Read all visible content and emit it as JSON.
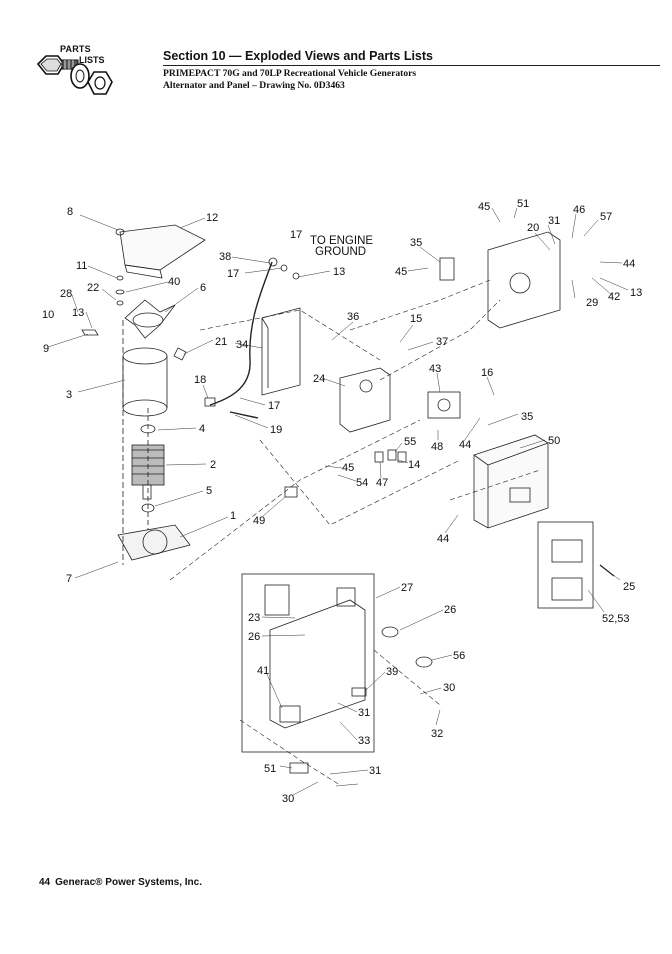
{
  "logo": {
    "word1": "PARTS",
    "word2": "LISTS",
    "icon": "bolt-nut-washer-icon"
  },
  "header": {
    "section": "Section 10 — Exploded Views and Parts Lists",
    "subtitle1": "PRIMEPACT 70G and 70LP Recreational Vehicle Generators",
    "subtitle2": "Alternator and Panel – Drawing No. 0D3463"
  },
  "drawing": {
    "ground_label_line1": "TO ENGINE",
    "ground_label_line2": "GROUND",
    "callouts": [
      "8",
      "12",
      "11",
      "40",
      "22",
      "6",
      "28",
      "13",
      "10",
      "9",
      "21",
      "34",
      "3",
      "38",
      "17",
      "17",
      "13",
      "18",
      "17",
      "19",
      "4",
      "2",
      "5",
      "1",
      "7",
      "36",
      "15",
      "37",
      "24",
      "43",
      "16",
      "35",
      "48",
      "55",
      "44",
      "14",
      "45",
      "54",
      "47",
      "49",
      "50",
      "44",
      "45",
      "51",
      "31",
      "46",
      "57",
      "20",
      "35",
      "45",
      "44",
      "13",
      "29",
      "42",
      "52,53",
      "25",
      "27",
      "23",
      "26",
      "26",
      "56",
      "41",
      "39",
      "30",
      "31",
      "33",
      "32",
      "51",
      "31",
      "30"
    ]
  },
  "footer": {
    "page": "44",
    "company": "Generac® Power Systems, Inc."
  }
}
